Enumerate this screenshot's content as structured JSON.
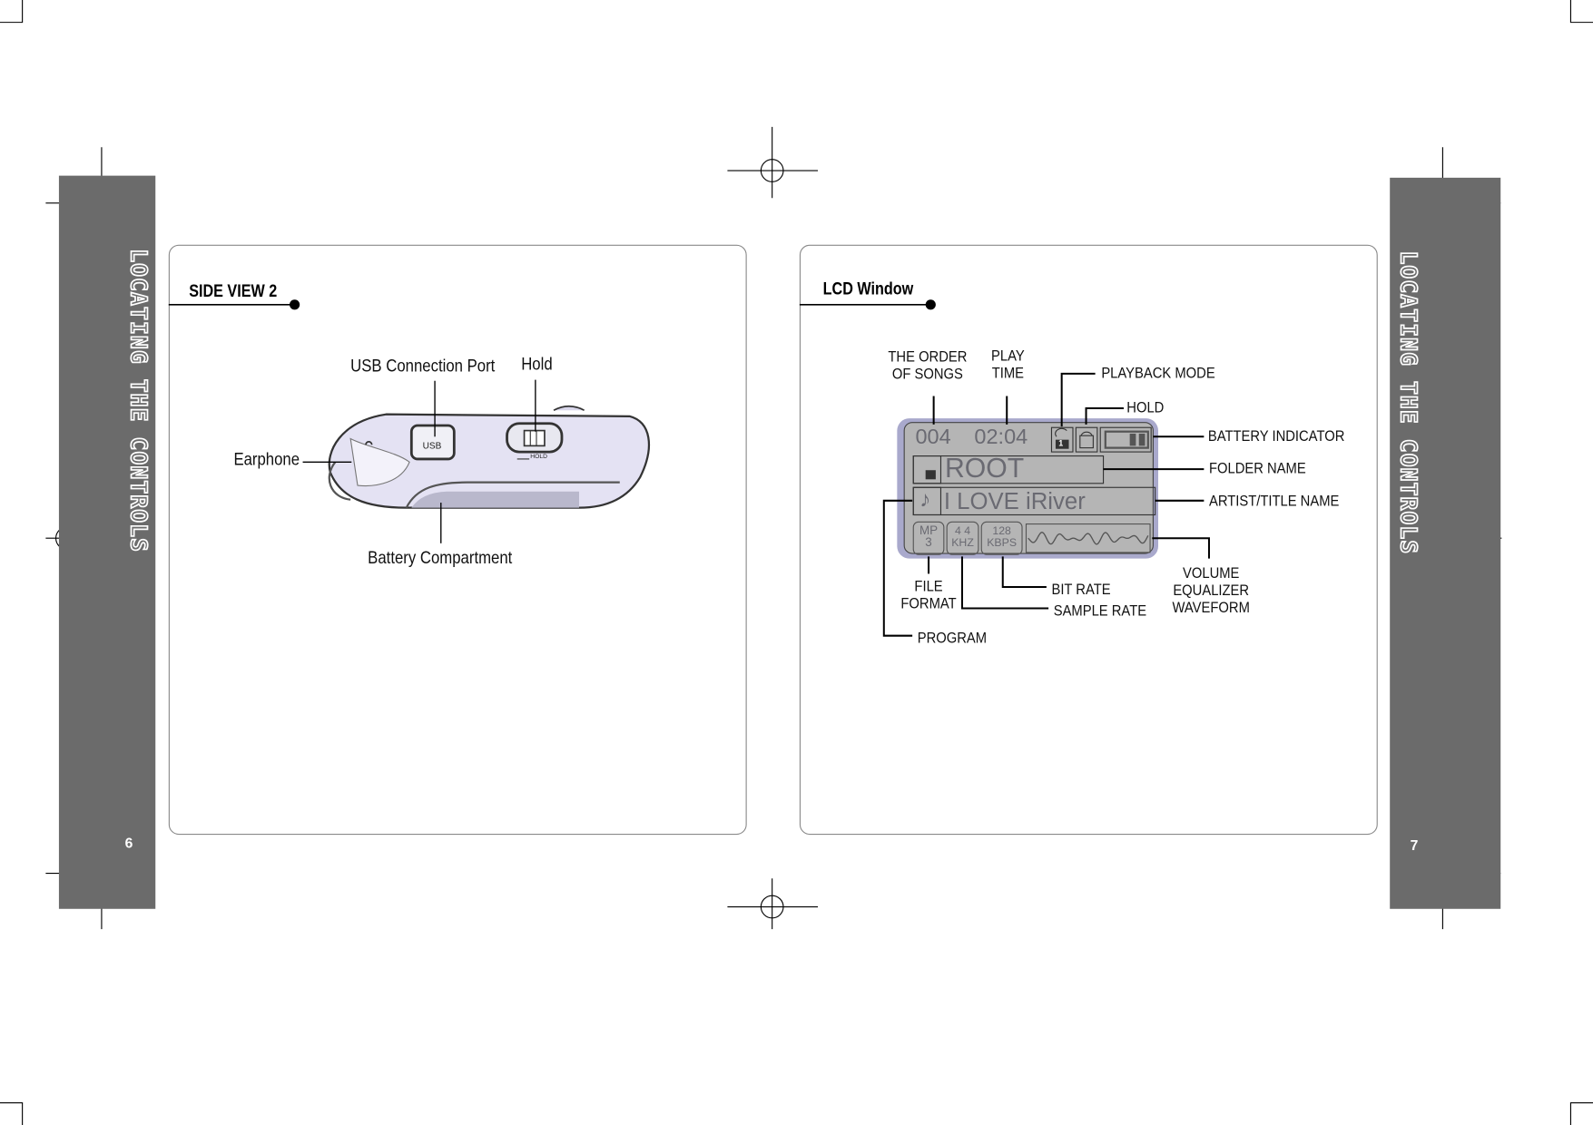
{
  "left_page": {
    "section_tab": "LOCATING THE CONTROLS",
    "page_number": "6",
    "heading": "SIDE VIEW 2",
    "labels": {
      "usb": "USB Connection Port",
      "hold": "Hold",
      "earphone": "Earphone",
      "battery": "Battery Compartment"
    },
    "device_print": {
      "usb": "USB",
      "hold": "HOLD"
    }
  },
  "right_page": {
    "section_tab": "LOCATING THE CONTROLS",
    "page_number": "7",
    "heading": "LCD Window",
    "lcd": {
      "track_number": "004",
      "play_time": "02:04",
      "repeat_number": "1",
      "folder": "ROOT",
      "title": "I LOVE iRiver",
      "format_top": "MP",
      "format_bottom": "3",
      "sample_top": "4 4",
      "sample_bottom": "KHZ",
      "bitrate_top": "128",
      "bitrate_bottom": "KBPS"
    },
    "labels": {
      "order_line1": "THE ORDER",
      "order_line2": "OF SONGS",
      "play_line1": "PLAY",
      "play_line2": "TIME",
      "playback_mode": "PLAYBACK MODE",
      "hold": "HOLD",
      "battery": "BATTERY INDICATOR",
      "folder": "FOLDER NAME",
      "artist": "ARTIST/TITLE NAME",
      "volume_line1": "VOLUME",
      "volume_line2": "EQUALIZER",
      "volume_line3": "WAVEFORM",
      "format_line1": "FILE",
      "format_line2": "FORMAT",
      "bit_rate": "BIT RATE",
      "sample_rate": "SAMPLE RATE",
      "program": "PROGRAM"
    }
  },
  "colors": {
    "tab": "#6b6b6b",
    "lcd_bezel": "#a9a9cc",
    "lcd_screen": "#b5b5b5",
    "device": "#e4e2f3"
  }
}
